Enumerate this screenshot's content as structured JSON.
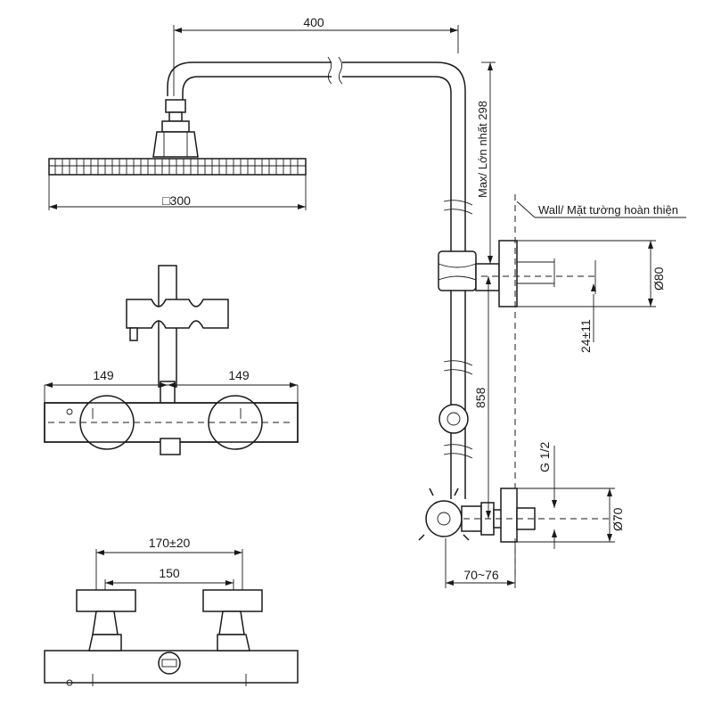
{
  "dimensions": {
    "arm_length": "400",
    "head_size": "□300",
    "max_height": "Max/ Lớn nhất 298",
    "diameter_flange_top": "Ø80",
    "wall_offset": "24±11",
    "riser_height": "858",
    "thread": "G 1/2",
    "diameter_flange_bottom": "Ø70",
    "projection": "70~76",
    "mixer_left": "149",
    "mixer_right": "149",
    "inlet_range": "170±20",
    "inlet_center": "150"
  },
  "labels": {
    "wall": "Wall/ Mặt tường hoàn thiện"
  }
}
